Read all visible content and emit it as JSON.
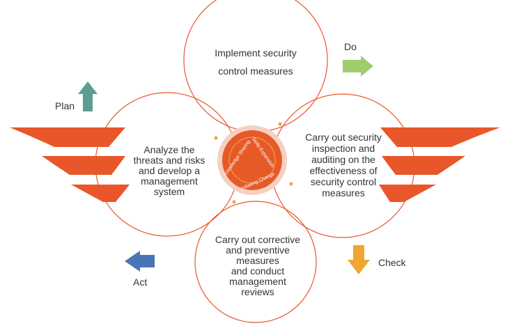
{
  "colors": {
    "accent": "#e8562a",
    "hub_ring": "#f5d0c2",
    "hub_fill": "#e65a28",
    "plan": "#5b9e8f",
    "do": "#a0cc6c",
    "check": "#f0a632",
    "act": "#4a75b5"
  },
  "steps": {
    "do": [
      "Implement security",
      "control measures"
    ],
    "plan": [
      "Analyze the",
      "threats and risks",
      "and develop a",
      "management",
      "system"
    ],
    "check": [
      "Carry out security",
      "inspection and",
      "auditing on the",
      "effectiveness of",
      "security control",
      "measures"
    ],
    "act": [
      "Carry out corrective",
      "and preventive",
      "measures",
      "and conduct",
      "management",
      "reviews"
    ]
  },
  "phases": {
    "plan": "Plan",
    "do": "Do",
    "check": "Check",
    "act": "Act"
  },
  "hub": {
    "labels": [
      "Knowledge Sharing",
      "Skills Expansion",
      "Initiating Change"
    ],
    "icons": [
      "wing-icon",
      "arrow-up-icon",
      "arrow-right-icon",
      "arrow-down-icon",
      "arrow-left-icon"
    ]
  }
}
